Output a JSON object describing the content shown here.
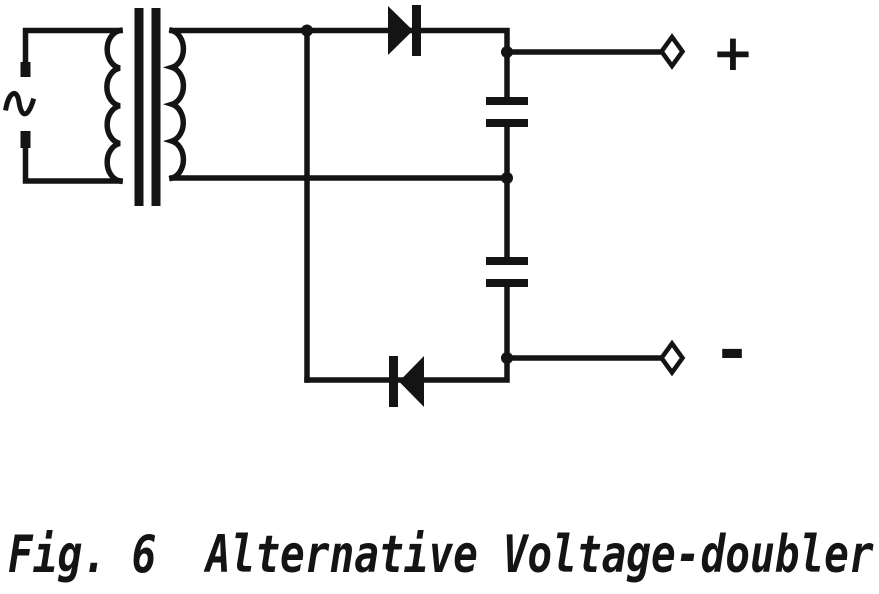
{
  "figure": {
    "caption": "Fig. 6  Alternative Voltage-doubler",
    "output_positive_label": "+",
    "output_negative_label": "-"
  },
  "circuit": {
    "kind": "schematic",
    "components": [
      {
        "name": "ac-source",
        "symbol": "sine-wave-icon"
      },
      {
        "name": "transformer",
        "parts": [
          "primary-coil",
          "core",
          "secondary-coil"
        ]
      },
      {
        "name": "diode-top",
        "orientation": "pointing-right"
      },
      {
        "name": "diode-bottom",
        "orientation": "pointing-left"
      },
      {
        "name": "capacitor-top"
      },
      {
        "name": "capacitor-bottom"
      },
      {
        "name": "terminal-positive",
        "marker": "open-diamond"
      },
      {
        "name": "terminal-negative",
        "marker": "open-diamond"
      }
    ]
  },
  "colors": {
    "ink": "#141414",
    "paper": "#ffffff"
  }
}
